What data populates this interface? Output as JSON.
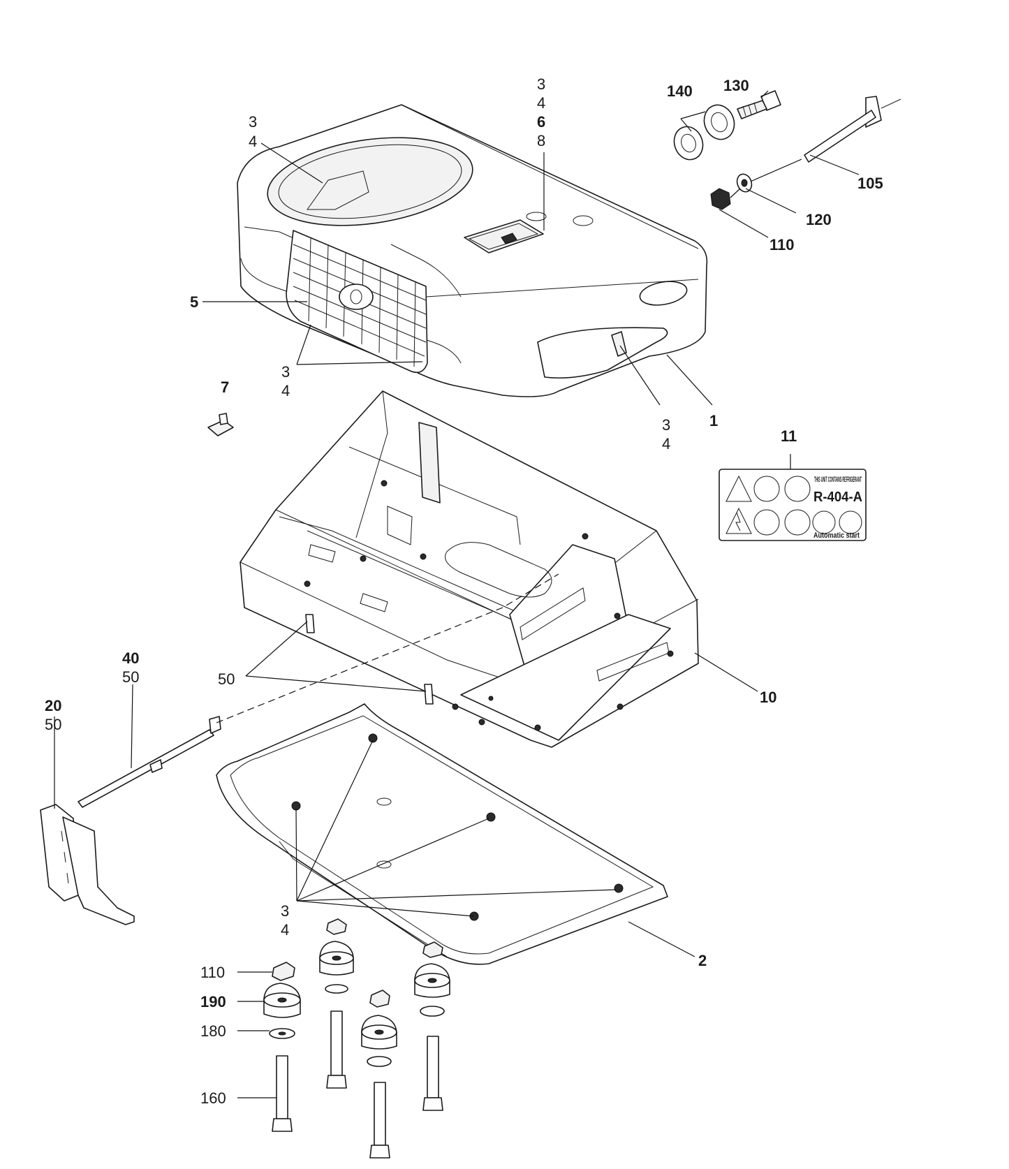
{
  "callouts": {
    "c_top_3": "3",
    "c_top_4": "4",
    "c_top_6": "6",
    "c_top_8": "8",
    "c_lens_3": "3",
    "c_lens_4": "4",
    "c_140": "140",
    "c_130": "130",
    "c_105": "105",
    "c_120": "120",
    "c_110a": "110",
    "c_5": "5",
    "c_grille_3": "3",
    "c_grille_4": "4",
    "c_7": "7",
    "c_side_3": "3",
    "c_side_4": "4",
    "c_1": "1",
    "c_11": "11",
    "c_40": "40",
    "c_40_50": "50",
    "c_20": "20",
    "c_20_50": "50",
    "c_50": "50",
    "c_10": "10",
    "c_base_3": "3",
    "c_base_4": "4",
    "c_2": "2",
    "c_110b": "110",
    "c_190": "190",
    "c_180": "180",
    "c_160": "160"
  },
  "label_11": {
    "line1": "THIS UNIT CONTAINS REFRIGERANT",
    "refrigerant": "R-404-A",
    "line3": "Automatic start"
  }
}
